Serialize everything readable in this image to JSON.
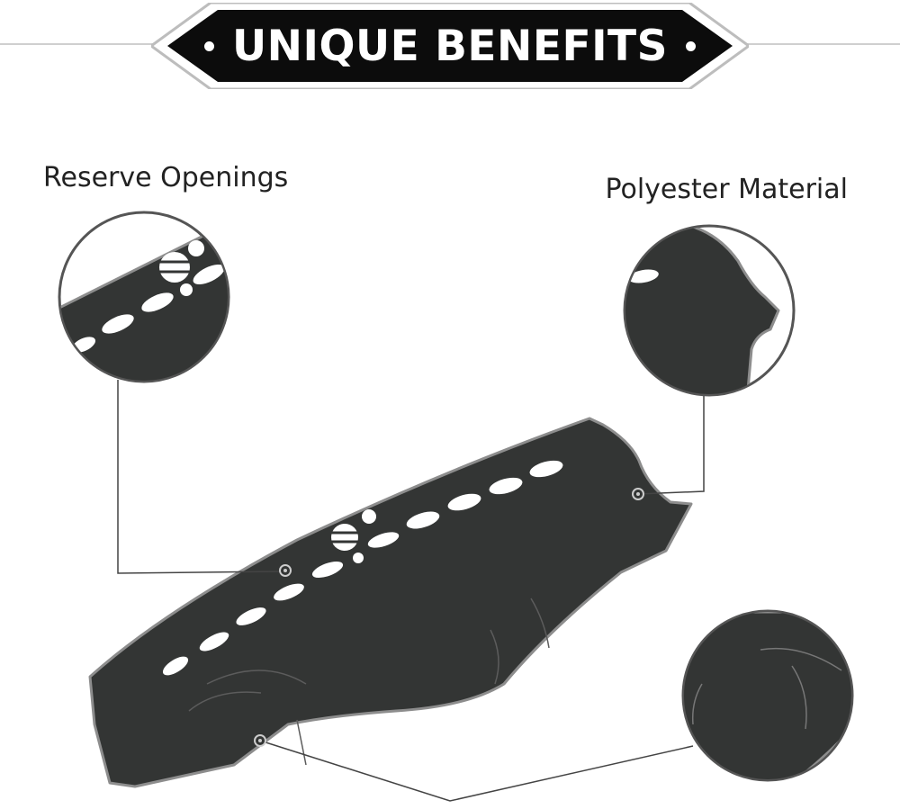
{
  "banner": {
    "title": "UNIQUE BENEFITS"
  },
  "features": {
    "left_label": "Reserve Openings",
    "right_label": "Polyester Material"
  },
  "colors": {
    "mat": "#333534",
    "mat_edge": "#8d8d8d",
    "banner_fill": "#0c0c0c",
    "banner_border": "#bdbdbd",
    "leader_line": "#444444",
    "opening": "#ffffff"
  }
}
